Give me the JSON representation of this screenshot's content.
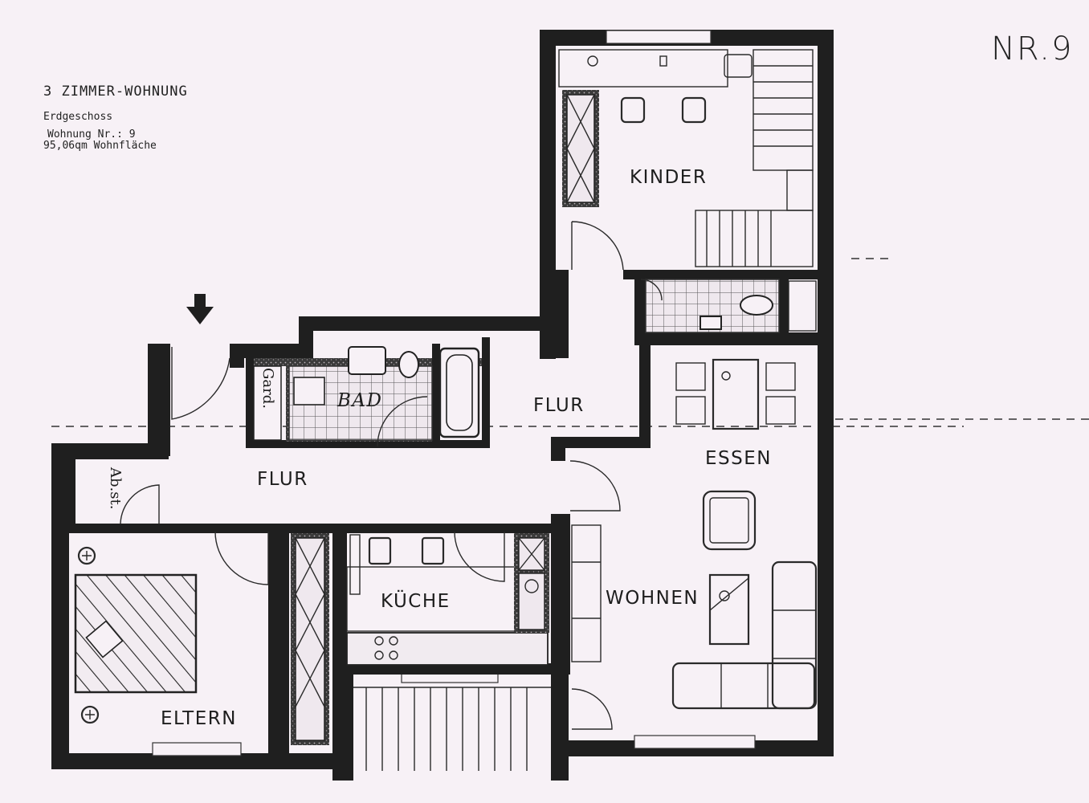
{
  "header": {
    "title": "3 ZIMMER-WOHNUNG",
    "floor": "Erdgeschoss",
    "unit_number": "Wohnung Nr.: 9",
    "area": "95,06qm Wohnfläche"
  },
  "sheet_number": "NR.9",
  "rooms": {
    "kinder": "KINDER",
    "flur_upper": "FLUR",
    "flur_lower": "FLUR",
    "bad": "BAD",
    "garderobe": "Gard.",
    "abstell": "Ab.st.",
    "essen": "ESSEN",
    "kueche": "KÜCHE",
    "wohnen": "WOHNEN",
    "eltern": "ELTERN"
  },
  "icons": {
    "entrance": "entrance-arrow-icon"
  }
}
